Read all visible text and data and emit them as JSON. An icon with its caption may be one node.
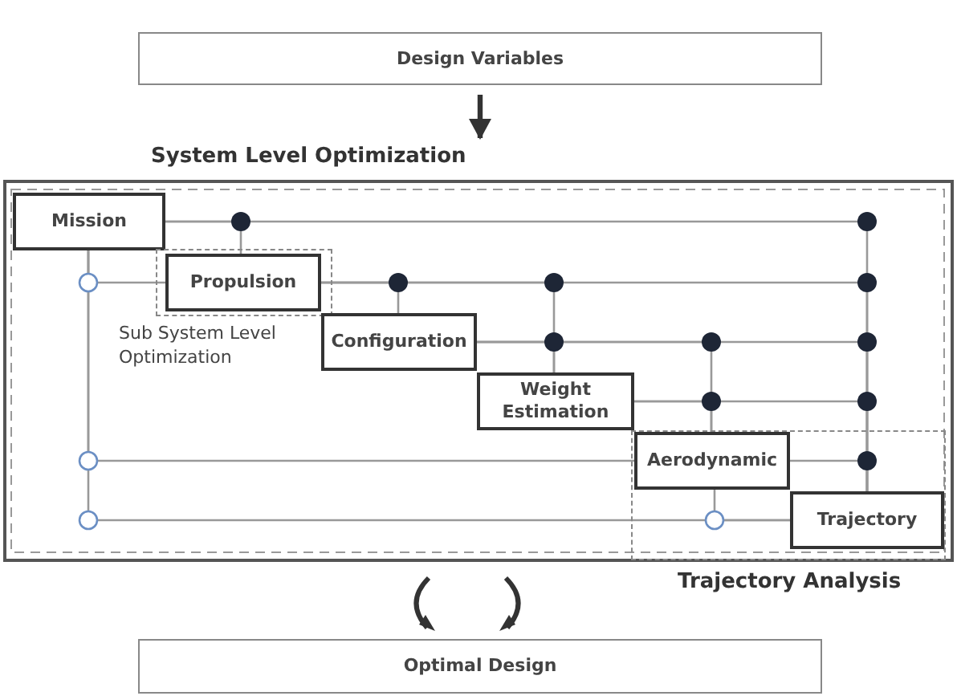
{
  "diagram": {
    "nodes": [
      {
        "text": [
          "Design Variables"
        ]
      },
      {
        "text": [
          "System Level Optimization"
        ]
      },
      {
        "text": [
          "Mission"
        ],
        "in": 1
      },
      {
        "text": [
          "Sub System Level Optimization"
        ],
        "in": 1
      },
      {
        "text": [
          "Propulsion"
        ],
        "in": 3
      },
      {
        "text": [
          "Configuration"
        ],
        "in": 1
      },
      {
        "text": [
          "Weight Estimation"
        ],
        "in": 1
      },
      {
        "text": [
          "Trajectory Analysis"
        ],
        "in": 1
      },
      {
        "text": [
          "Aerodynamic"
        ],
        "in": 7
      },
      {
        "text": [
          "Trajectory"
        ],
        "in": 7
      },
      {
        "text": [
          "Optimal Design"
        ]
      }
    ],
    "edges": [
      {
        "from": 0,
        "to": 1,
        "arrow": "to",
        "style": "thick",
        "color": "#333333"
      },
      {
        "from": 2,
        "to": 4,
        "arrow": "none"
      },
      {
        "from": 2,
        "to": 9,
        "arrow": "none"
      },
      {
        "from": 4,
        "to": 5,
        "arrow": "none"
      },
      {
        "from": 4,
        "to": 6,
        "arrow": "none"
      },
      {
        "from": 4,
        "to": 9,
        "arrow": "none"
      },
      {
        "from": 5,
        "to": 6,
        "arrow": "none"
      },
      {
        "from": 5,
        "to": 8,
        "arrow": "none"
      },
      {
        "from": 5,
        "to": 9,
        "arrow": "none"
      },
      {
        "from": 6,
        "to": 8,
        "arrow": "none"
      },
      {
        "from": 6,
        "to": 9,
        "arrow": "none"
      },
      {
        "from": 8,
        "to": 9,
        "arrow": "none"
      },
      {
        "from": 4,
        "to": 2,
        "arrow": "none"
      },
      {
        "from": 8,
        "to": 2,
        "arrow": "none"
      },
      {
        "from": 9,
        "to": 2,
        "arrow": "none"
      },
      {
        "from": 9,
        "to": 8,
        "arrow": "none"
      }
    ]
  }
}
